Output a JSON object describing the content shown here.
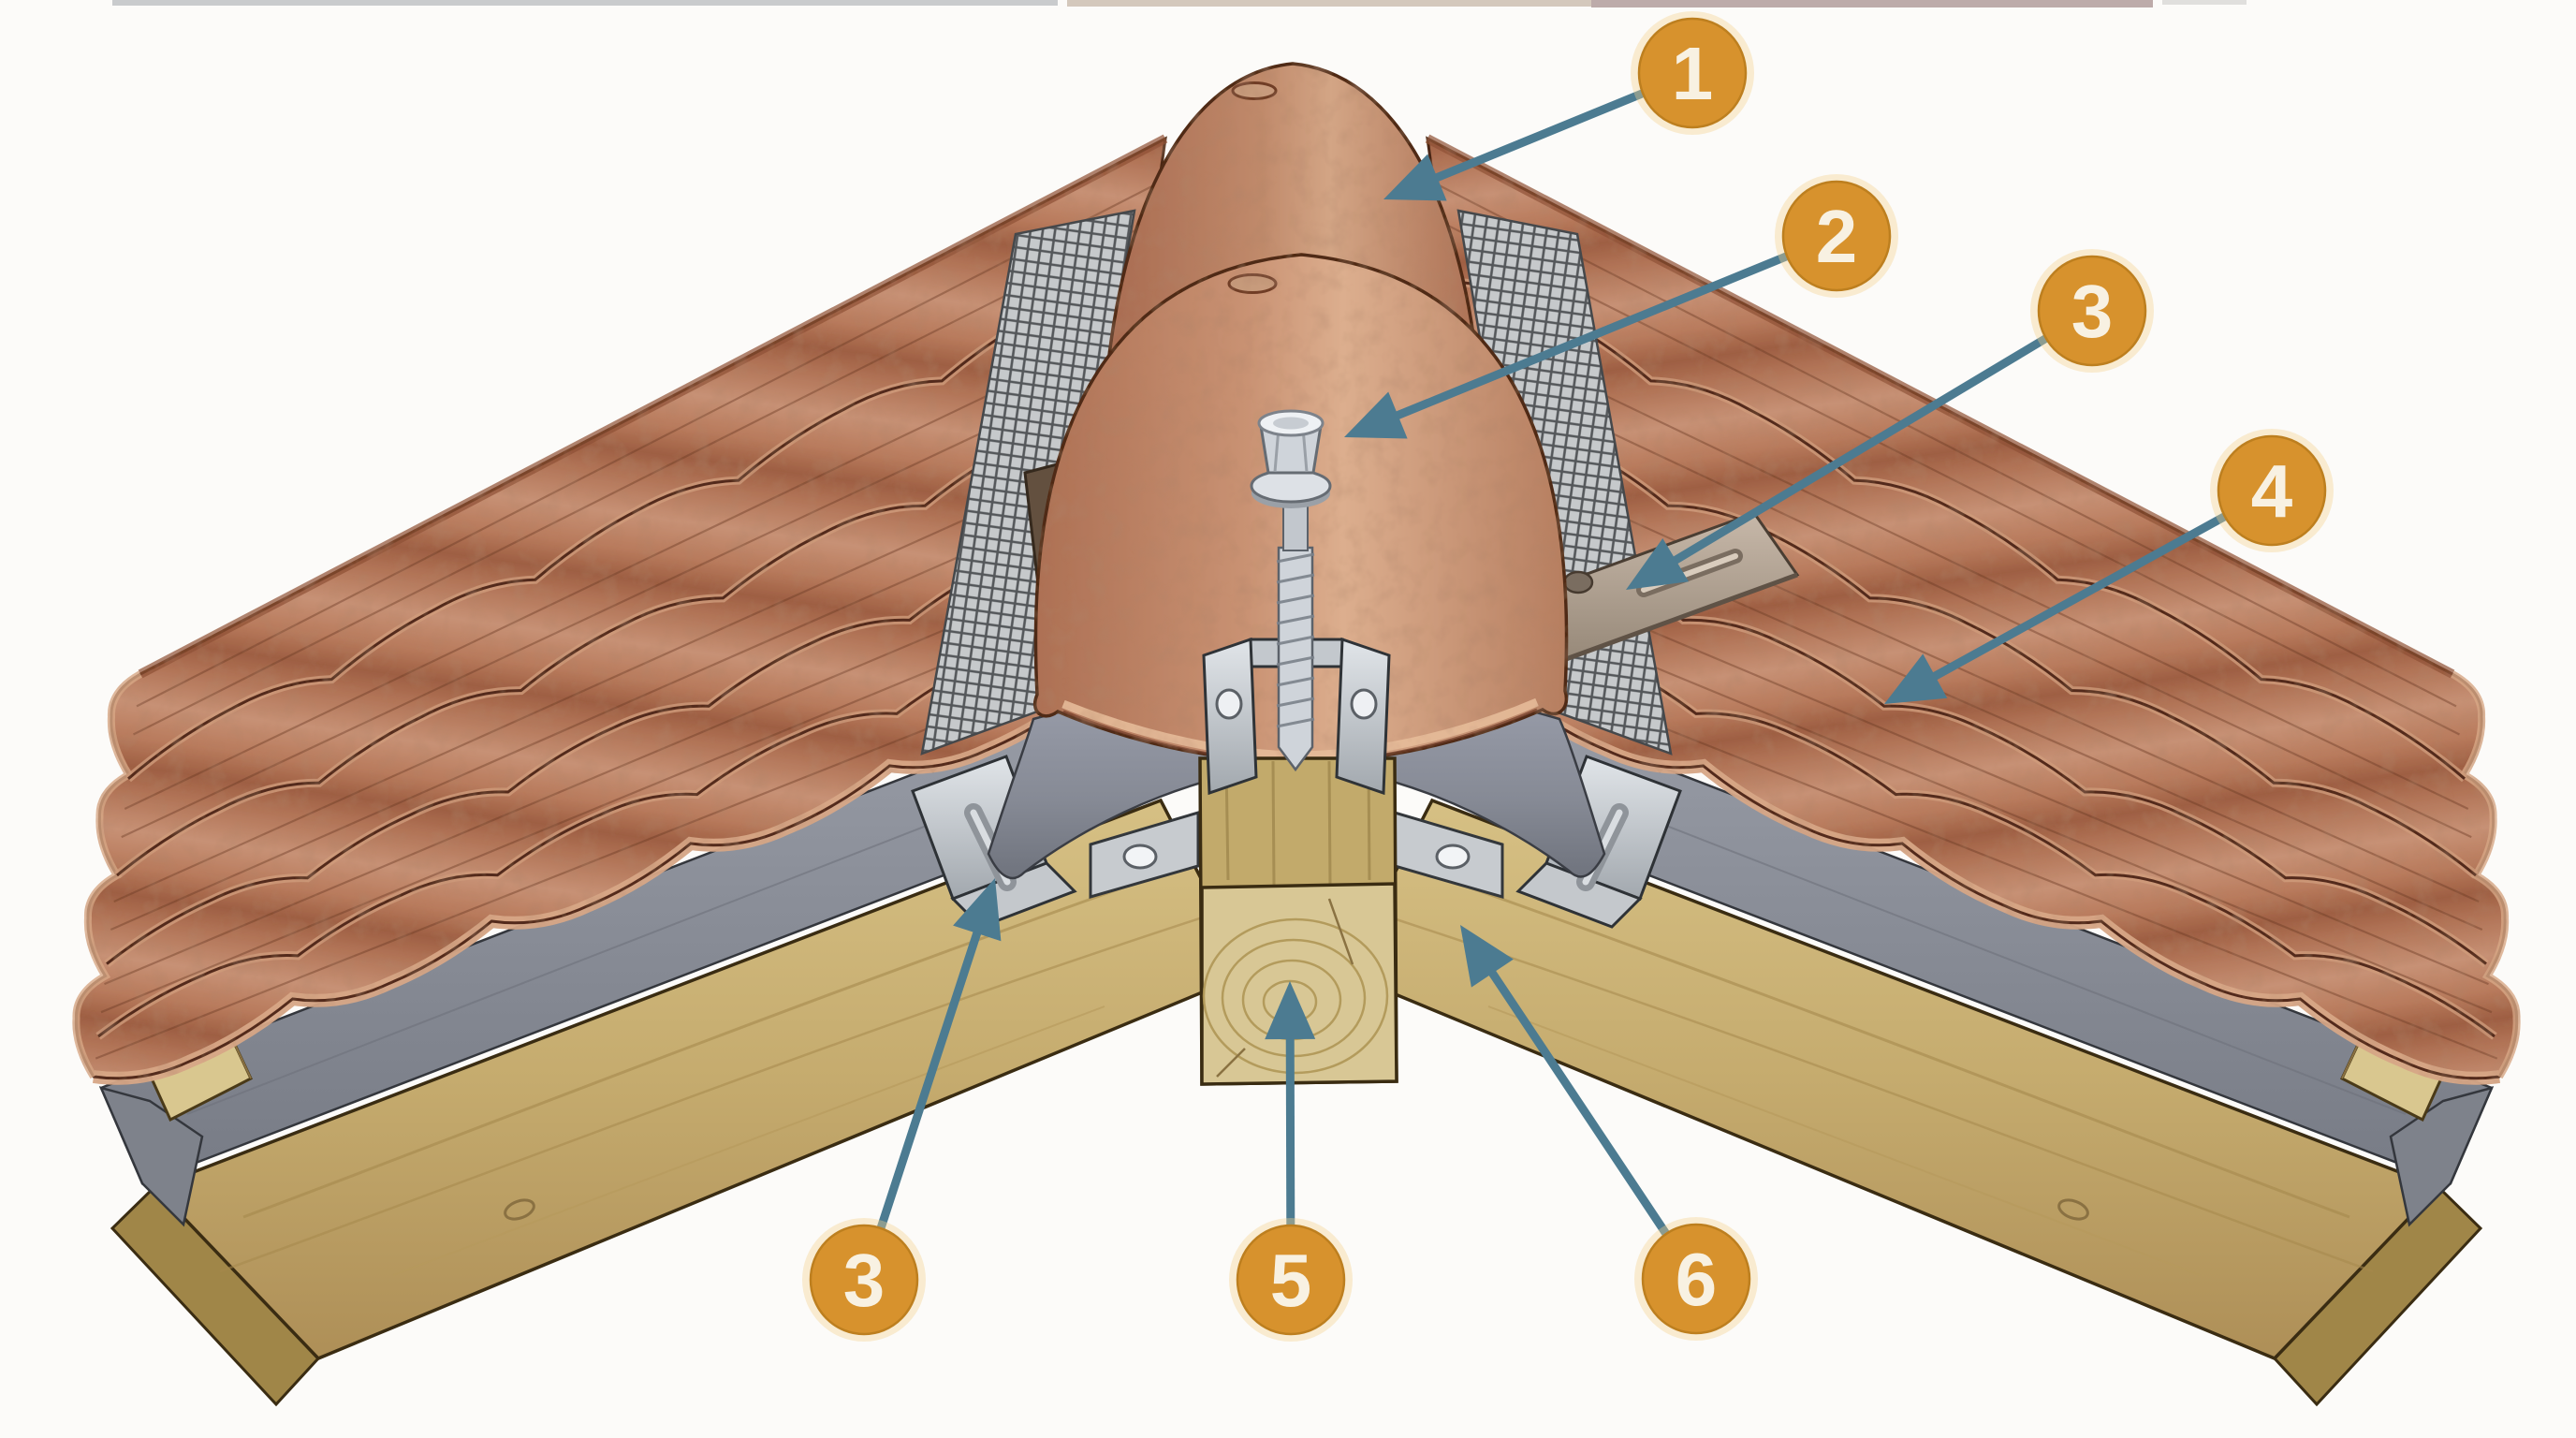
{
  "figure": {
    "type": "roof-ridge-construction-diagram",
    "background_color": "#fbfaf8"
  },
  "callouts": [
    {
      "label": "1",
      "target": "ridge-cap-tile"
    },
    {
      "label": "2",
      "target": "ridge-fixing-screw"
    },
    {
      "label": "3",
      "target": "metal-fixing-clip"
    },
    {
      "label": "4",
      "target": "roof-tiles"
    },
    {
      "label": "3",
      "target": "metal-fixing-clip"
    },
    {
      "label": "5",
      "target": "ridge-batten"
    },
    {
      "label": "6",
      "target": "ridge-batten-bracket"
    }
  ],
  "style": {
    "callout_fill": "#d7922d",
    "callout_number_color": "#f8f1e2",
    "leader_color": "#4c7b91",
    "tile_color": "#b97c5e",
    "ridge_cap_color": "#c8936f",
    "membrane_color": "#8a8e97",
    "wood_color": "#c9b173",
    "metal_color": "#c9cdd1",
    "mesh_color": "#c2c5c8"
  }
}
